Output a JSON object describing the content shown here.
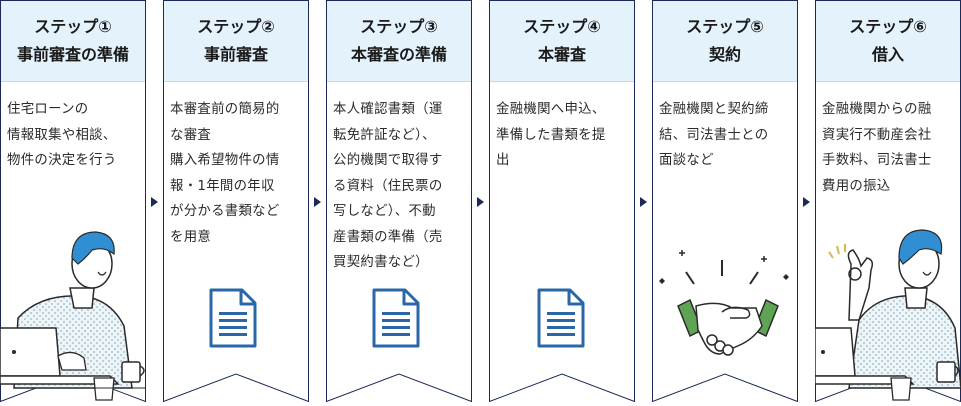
{
  "colors": {
    "frame": "#1b2a57",
    "header_bg": "#e4f2fb",
    "doc_icon": "#2b67a7",
    "hair": "#2f8fd2",
    "shirt": "#e9f3f7",
    "hand_green": "#5fa454"
  },
  "steps": [
    {
      "title1": "ステップ①",
      "title2": "事前審査の準備",
      "desc": [
        "住宅ローンの",
        "情報取集や相談、",
        "物件の決定を行う"
      ],
      "icon": "person-laptop-icon"
    },
    {
      "title1": "ステップ②",
      "title2": "事前審査",
      "desc": [
        "本審査前の簡易的",
        "な審査",
        "購入希望物件の情",
        "報・1年間の年収",
        "が分かる書類など",
        "を用意"
      ],
      "icon": "document-icon"
    },
    {
      "title1": "ステップ③",
      "title2": "本審査の準備",
      "desc": [
        "本人確認書類（運",
        "転免許証など）、",
        "公的機関で取得す",
        "る資料（住民票の",
        "写しなど）、不動",
        "産書類の準備（売",
        "買契約書など）"
      ],
      "icon": "document-icon"
    },
    {
      "title1": "ステップ④",
      "title2": "本審査",
      "desc": [
        "金融機関へ申込、",
        "準備した書類を提",
        "出"
      ],
      "icon": "document-icon"
    },
    {
      "title1": "ステップ⑤",
      "title2": "契約",
      "desc": [
        "金融機関と契約締",
        "結、司法書士との",
        "面談など"
      ],
      "icon": "handshake-icon"
    },
    {
      "title1": "ステップ⑥",
      "title2": "借入",
      "desc": [
        "金融機関からの融",
        "資実行不動産会社",
        "手数料、司法書士",
        "費用の振込"
      ],
      "icon": "person-ok-icon"
    }
  ]
}
